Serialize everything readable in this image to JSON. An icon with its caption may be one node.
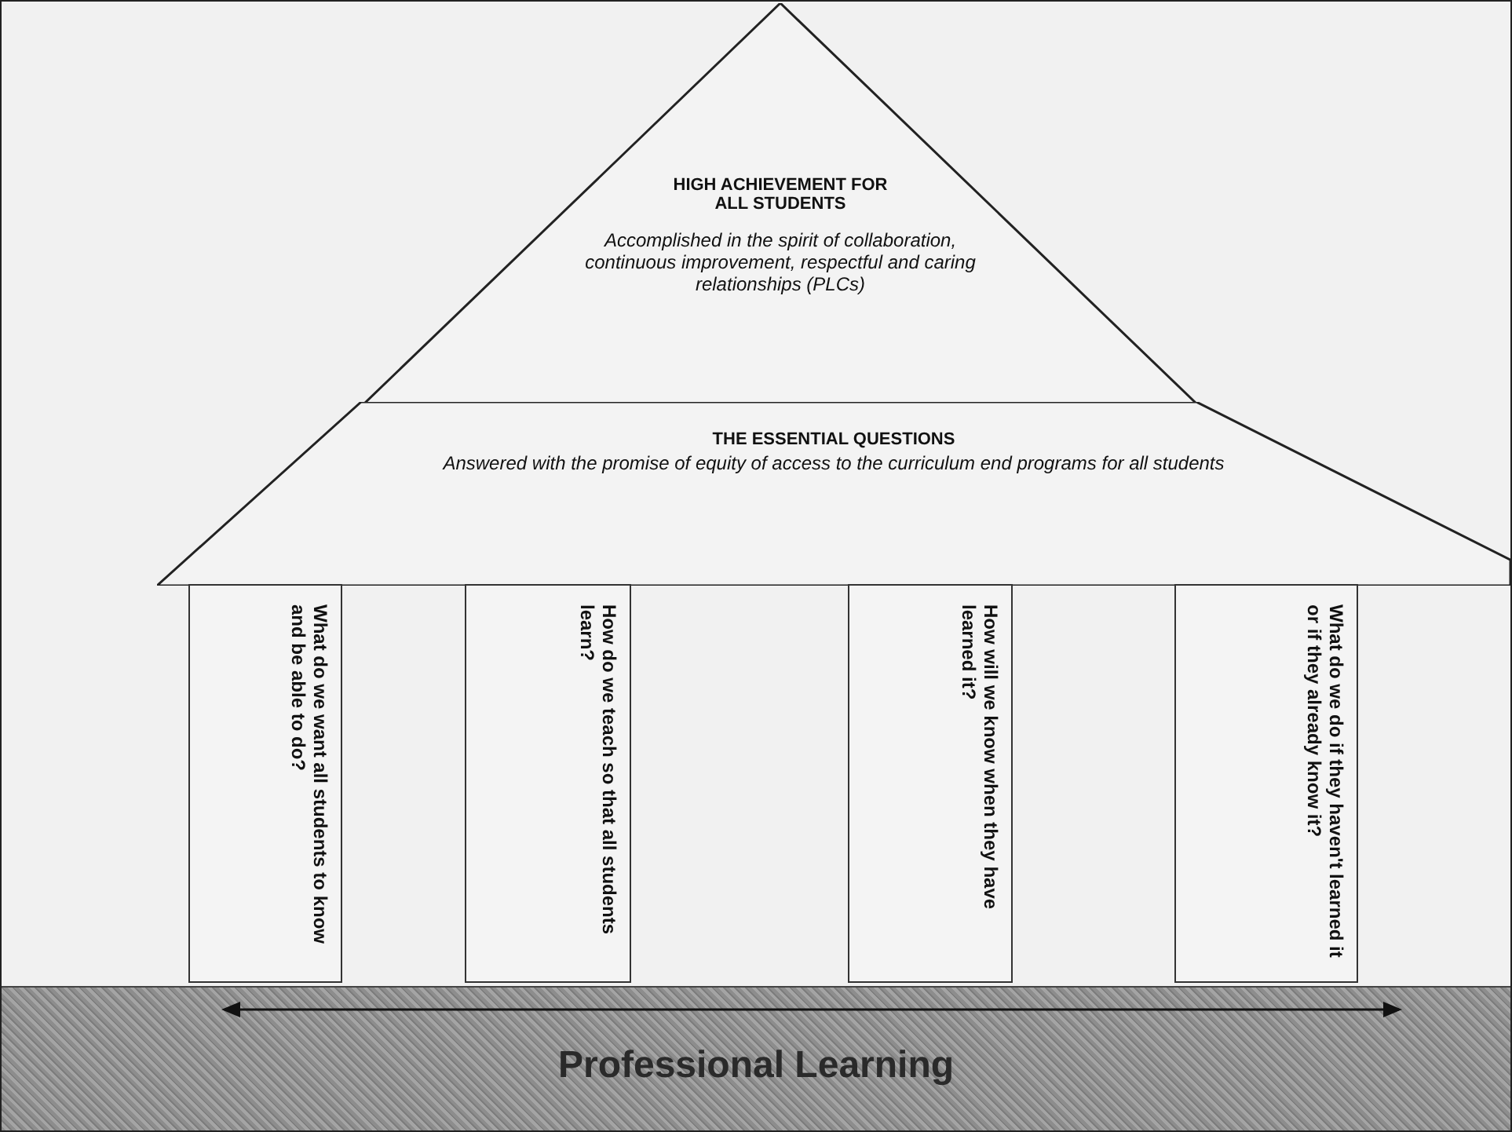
{
  "diagram": {
    "nodes": [
      {
        "text": [
          "HIGH ACHIEVEMENT FOR ALL STUDENTS",
          "Accomplished in the spirit of collaboration, continuous improvement, respectful and caring relationships (PLCs)"
        ]
      },
      {
        "text": [
          "THE ESSENTIAL QUESTIONS",
          "Answered with the promise of equity of access to the curriculum end programs for all students"
        ]
      },
      {
        "text": [
          "What do we want all students to know and be able to do?"
        ]
      },
      {
        "text": [
          "How do we teach so that all students learn?"
        ]
      },
      {
        "text": [
          "How will we know when they have learned it?"
        ]
      },
      {
        "text": [
          "What do we do if they haven't learned it or if they already know it?"
        ]
      },
      {
        "text": [
          "Professional Learning"
        ]
      }
    ]
  }
}
